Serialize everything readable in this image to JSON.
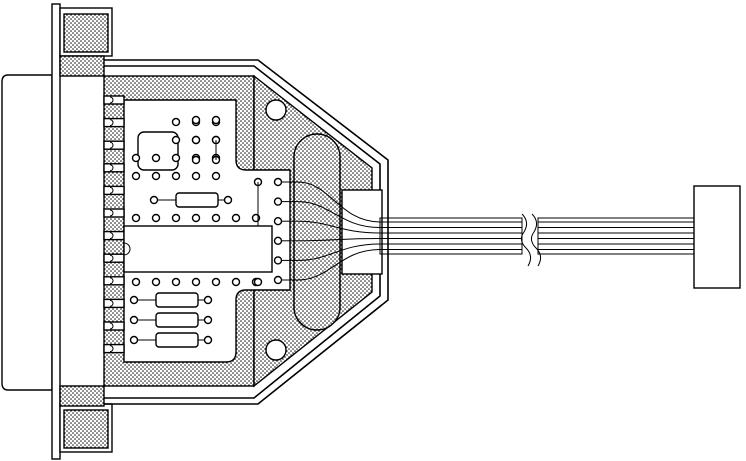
{
  "diagram": {
    "subject": "",
    "colors": {
      "line": "#000000",
      "fill": "#ffffff",
      "stipple": "#000000"
    },
    "connector_pins": 12,
    "ribbon_wires": 6,
    "wire_pads": 6,
    "icon": "db-connector-backshell-icon"
  }
}
